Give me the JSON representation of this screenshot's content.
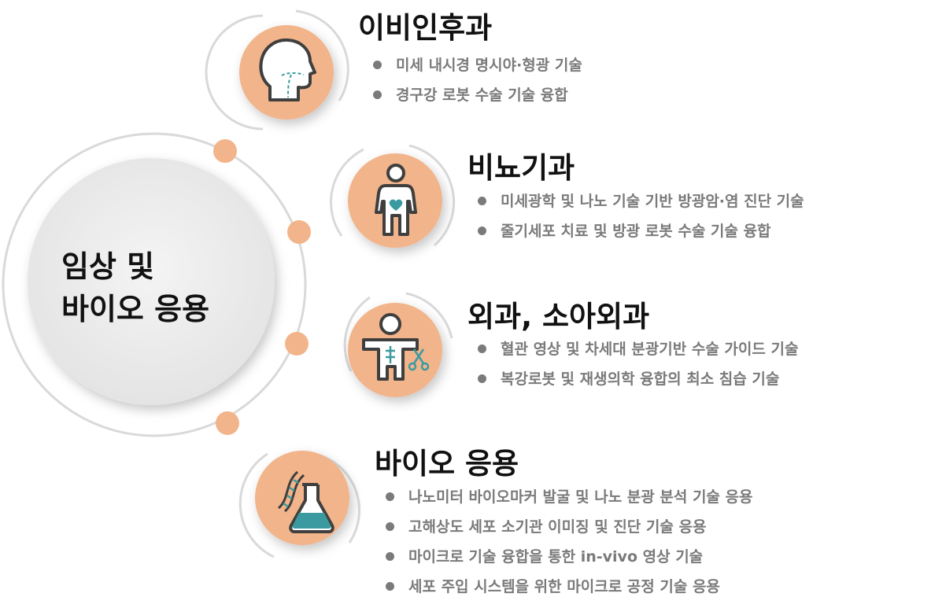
{
  "center": {
    "line1": "임상 및",
    "line2": "바이오 응용"
  },
  "colors": {
    "accent": "#f2b48a",
    "ring": "#d9d9d9",
    "icon_outline": "#3f3f3f",
    "icon_fill": "#ffffff",
    "icon_teal": "#3a9aa0",
    "bullet_text": "#7a7a7a"
  },
  "sections": [
    {
      "title": "이비인후과",
      "icon": "head-profile-icon",
      "bullets": [
        "미세 내시경 명시야·형광 기술",
        "경구강 로봇 수술 기술 융합"
      ]
    },
    {
      "title": "비뇨기과",
      "icon": "body-with-heart-icon",
      "bullets": [
        "미세광학 및 나노 기술 기반 방광암·염 진단 기술",
        "줄기세포 치료 및 방광 로봇 수술 기술 융합"
      ]
    },
    {
      "title": "외과, 소아외과",
      "icon": "child-body-scissors-icon",
      "bullets": [
        "혈관 영상 및 차세대 분광기반 수술 가이드 기술",
        "복강로봇 및 재생의학 융합의 최소 침습 기술"
      ]
    },
    {
      "title": "바이오 응용",
      "icon": "dna-flask-icon",
      "bullets": [
        "나노미터 바이오마커 발굴 및 나노 분광 분석 기술 응용",
        "고해상도 세포 소기관 이미징 및 진단 기술 응용",
        "마이크로 기술 융합을 통한 in-vivo 영상 기술",
        "세포 주입 시스템을 위한 마이크로 공정 기술 응용"
      ]
    }
  ]
}
